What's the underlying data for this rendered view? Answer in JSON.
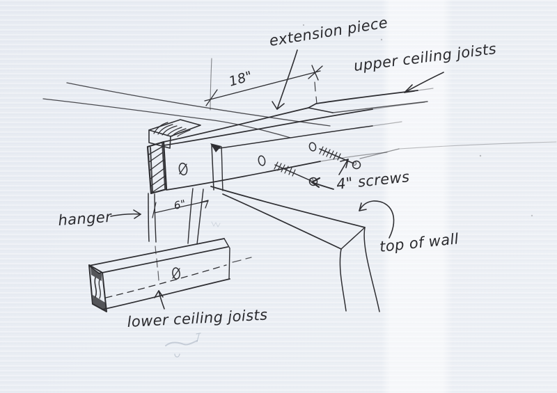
{
  "sketch": {
    "type": "hand-drawn construction detail sketch",
    "labels": {
      "extension_piece": "extension piece",
      "upper_ceiling_joists": "upper ceiling joists",
      "screws": "4\" screws",
      "hanger": "hanger",
      "top_of_wall": "top of wall",
      "lower_ceiling_joists": "lower ceiling joists"
    },
    "dimensions": {
      "extension_length": "18\"",
      "hanger_offset": "6\""
    },
    "colors": {
      "ink": "#2e2e32",
      "paper": "#eaeef4"
    }
  }
}
